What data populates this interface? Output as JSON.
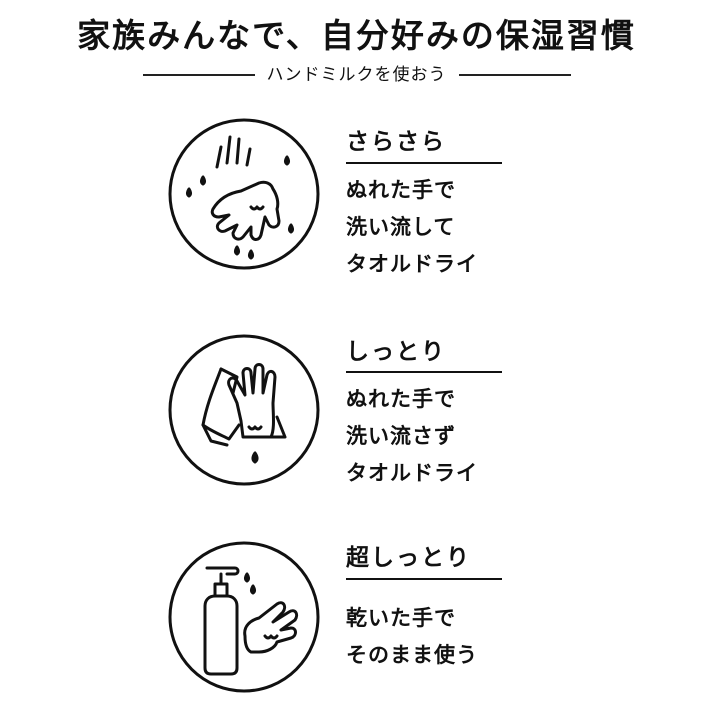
{
  "header": {
    "title": "家族みんなで、自分好みの保湿習慣",
    "subtitle": "ハンドミルクを使おう"
  },
  "items": [
    {
      "icon": "wet-hand-drip-icon",
      "heading": "さらさら",
      "lines": [
        "ぬれた手で",
        "洗い流して",
        "タオルドライ"
      ]
    },
    {
      "icon": "towel-hand-icon",
      "heading": "しっとり",
      "lines": [
        "ぬれた手で",
        "洗い流さず",
        "タオルドライ"
      ]
    },
    {
      "icon": "pump-bottle-hand-icon",
      "heading": "超しっとり",
      "lines": [
        "乾いた手で",
        "そのまま使う"
      ]
    }
  ]
}
